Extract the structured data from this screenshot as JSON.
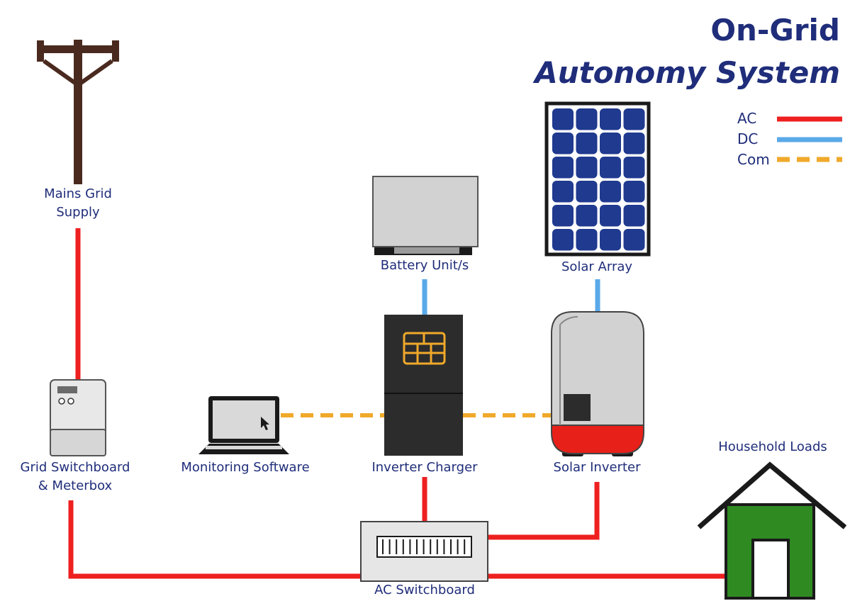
{
  "title": {
    "line1": "On-Grid",
    "line2": "Autonomy System"
  },
  "legend": {
    "items": [
      {
        "label": "AC",
        "color": "#ee2020",
        "style": "solid"
      },
      {
        "label": "DC",
        "color": "#5aa9e8",
        "style": "solid"
      },
      {
        "label": "Com",
        "color": "#f0a92a",
        "style": "dashed"
      }
    ]
  },
  "nodes": {
    "mains_grid": {
      "line1": "Mains Grid",
      "line2": "Supply"
    },
    "grid_switchboard": {
      "line1": "Grid Switchboard",
      "line2": "& Meterbox"
    },
    "monitoring": {
      "label": "Monitoring Software"
    },
    "battery": {
      "label": "Battery Unit/s"
    },
    "inverter_charger": {
      "label": "Inverter Charger"
    },
    "solar_array": {
      "label": "Solar Array"
    },
    "solar_inverter": {
      "label": "Solar Inverter"
    },
    "household": {
      "label": "Household Loads"
    },
    "ac_switchboard": {
      "label": "AC Switchboard"
    }
  },
  "colors": {
    "text": "#1f2d7a",
    "pole": "#4a2a1f",
    "house_fill": "#2f8a22",
    "panel_cell": "#1f3a8f",
    "inverter_screen": "#f0a92a"
  }
}
